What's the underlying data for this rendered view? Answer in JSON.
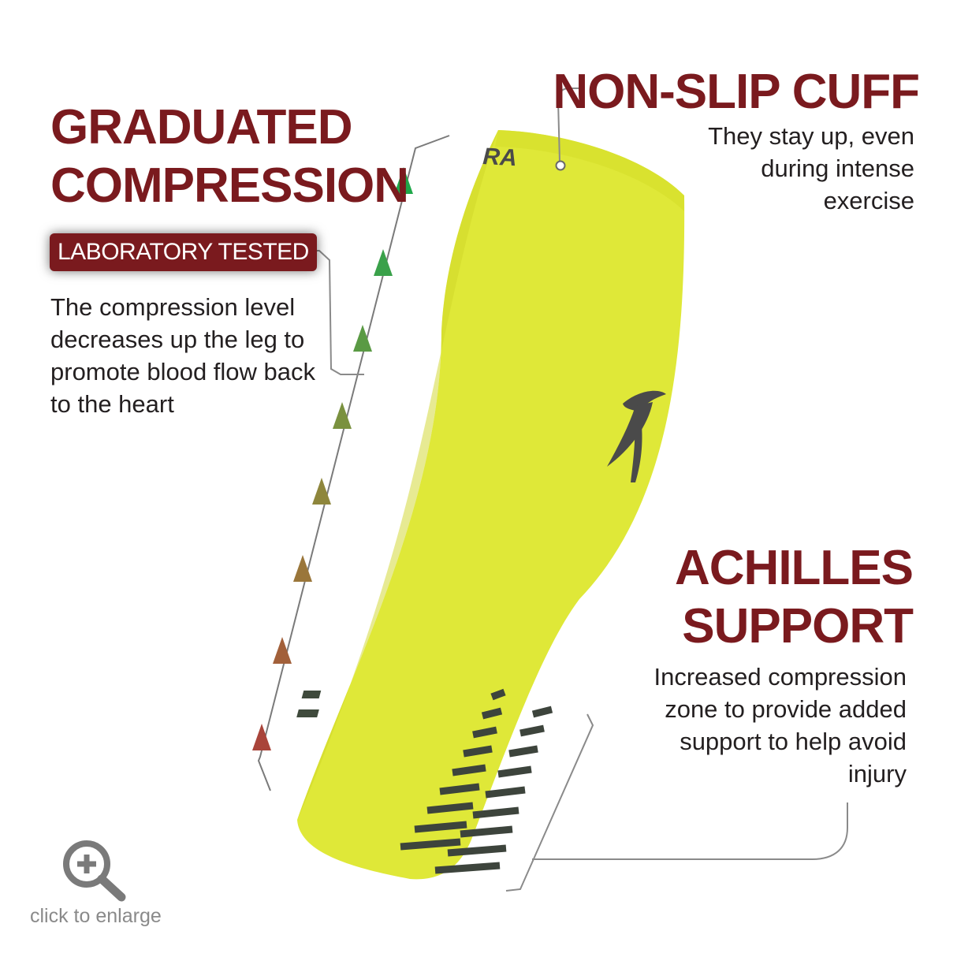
{
  "graduated": {
    "title_line1": "GRADUATED",
    "title_line2": "COMPRESSION",
    "badge": "LABORATORY TESTED",
    "description": "The compression level decreases up the leg to promote blood flow back to the heart"
  },
  "cuff": {
    "title": "NON-SLIP CUFF",
    "description": "They stay up, even during intense exercise"
  },
  "achilles": {
    "title_line1": "ACHILLES",
    "title_line2": "SUPPORT",
    "description": "Increased compression zone to provide added support to help avoid injury"
  },
  "sleeve": {
    "brand_mark": "RA",
    "color": "#dfe838"
  },
  "enlarge": {
    "icon": "zoom-in-icon",
    "label": "click to enlarge"
  },
  "colors": {
    "heading": "#7a1a1e",
    "arrow_top": "#1fa84a",
    "arrow_bottom": "#a9443a"
  }
}
